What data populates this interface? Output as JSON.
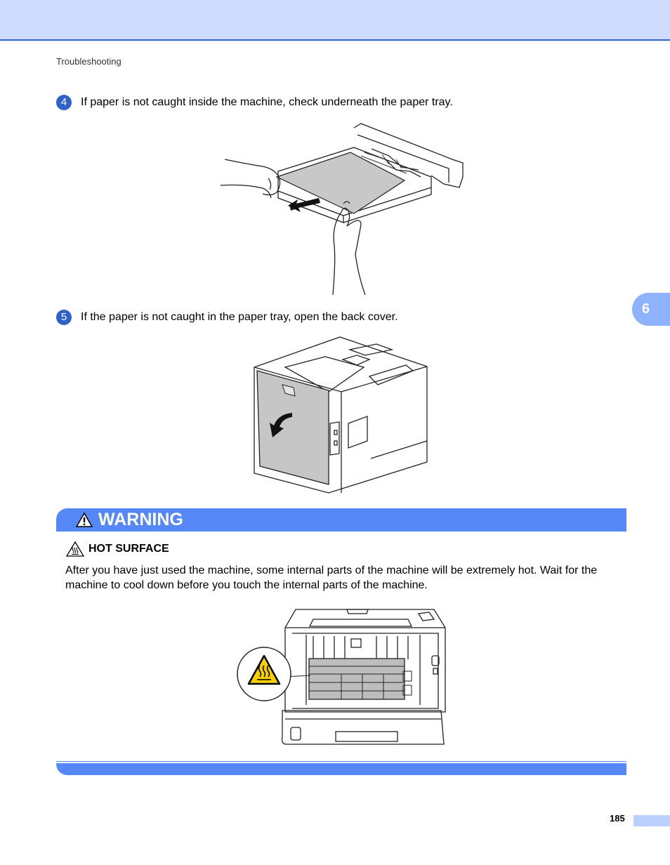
{
  "header": {
    "section": "Troubleshooting"
  },
  "chapter_tab": "6",
  "steps": [
    {
      "number": "4",
      "text": "If paper is not caught inside the machine, check underneath the paper tray."
    },
    {
      "number": "5",
      "text": "If the paper is not caught in the paper tray, open the back cover."
    }
  ],
  "warning": {
    "title": "WARNING",
    "subtitle": "HOT SURFACE",
    "body": "After you have just used the machine, some internal parts of the machine will be extremely hot. Wait for the machine to cool down before you touch the internal parts of the machine."
  },
  "footer": {
    "page_number": "185"
  },
  "colors": {
    "accent": "#5588f6",
    "band": "#cfdcff",
    "tab": "#8fb2ff",
    "hot_yellow": "#f5d000"
  }
}
